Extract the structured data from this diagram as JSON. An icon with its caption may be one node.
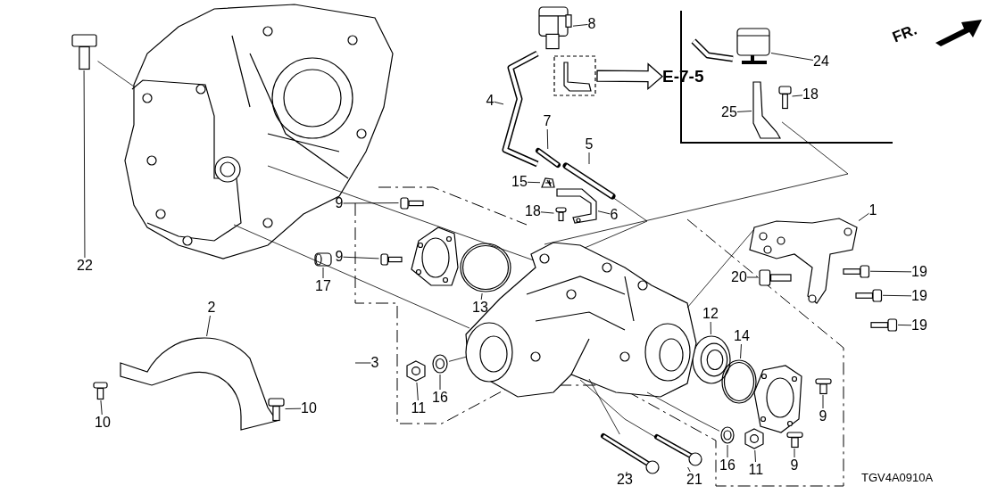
{
  "diagram": {
    "nodes": [
      {
        "text": [
          "22"
        ]
      },
      {
        "text": [],
        "shape": "picture"
      },
      {
        "text": [
          "8"
        ]
      },
      {
        "text": [],
        "shape": "picture"
      },
      {
        "text": [
          "4"
        ]
      },
      {
        "text": [],
        "shape": "picture"
      },
      {
        "text": [
          "7"
        ]
      },
      {
        "text": [],
        "shape": "picture"
      },
      {
        "text": [
          "5"
        ]
      },
      {
        "text": [],
        "shape": "picture"
      },
      {
        "text": [
          "15"
        ]
      },
      {
        "text": [],
        "shape": "picture"
      },
      {
        "text": [
          "18"
        ]
      },
      {
        "text": [],
        "shape": "picture"
      },
      {
        "text": [
          "6"
        ]
      },
      {
        "text": [],
        "shape": "picture"
      },
      {
        "text": [
          "24"
        ]
      },
      {
        "text": [],
        "shape": "picture"
      },
      {
        "text": [
          "18"
        ]
      },
      {
        "text": [],
        "shape": "picture"
      },
      {
        "text": [
          "25"
        ]
      },
      {
        "text": [],
        "shape": "picture"
      },
      {
        "text": [
          "9"
        ]
      },
      {
        "text": [],
        "shape": "picture"
      },
      {
        "text": [
          "9"
        ]
      },
      {
        "text": [],
        "shape": "picture"
      },
      {
        "text": [
          "13"
        ]
      },
      {
        "text": [],
        "shape": "picture"
      },
      {
        "text": [
          "17"
        ]
      },
      {
        "text": [],
        "shape": "picture"
      },
      {
        "text": [
          "2"
        ]
      },
      {
        "text": [],
        "shape": "picture"
      },
      {
        "text": [
          "10"
        ]
      },
      {
        "text": [],
        "shape": "picture"
      },
      {
        "text": [
          "10"
        ]
      },
      {
        "text": [],
        "shape": "picture"
      },
      {
        "text": [
          "1"
        ]
      },
      {
        "text": [],
        "shape": "picture"
      },
      {
        "text": [
          "19"
        ]
      },
      {
        "text": [],
        "shape": "picture"
      },
      {
        "text": [
          "19"
        ]
      },
      {
        "text": [],
        "shape": "picture"
      },
      {
        "text": [
          "19"
        ]
      },
      {
        "text": [],
        "shape": "picture"
      },
      {
        "text": [
          "20"
        ]
      },
      {
        "text": [],
        "shape": "picture"
      },
      {
        "text": [
          "12"
        ]
      },
      {
        "text": [],
        "shape": "picture"
      },
      {
        "text": [
          "14"
        ]
      },
      {
        "text": [],
        "shape": "picture"
      },
      {
        "text": [
          "3"
        ]
      },
      {
        "text": [
          "11"
        ]
      },
      {
        "text": [],
        "shape": "picture"
      },
      {
        "text": [
          "16"
        ]
      },
      {
        "text": [],
        "shape": "picture"
      },
      {
        "text": [
          "9"
        ]
      },
      {
        "text": [],
        "shape": "picture"
      },
      {
        "text": [
          "9"
        ]
      },
      {
        "text": [],
        "shape": "picture"
      },
      {
        "text": [
          "23"
        ]
      },
      {
        "text": [],
        "shape": "picture"
      },
      {
        "text": [
          "21"
        ]
      },
      {
        "text": [],
        "shape": "picture"
      },
      {
        "text": [
          "16"
        ]
      },
      {
        "text": [],
        "shape": "picture"
      },
      {
        "text": [
          "11"
        ]
      },
      {
        "text": [],
        "shape": "picture"
      },
      {
        "text": [],
        "shape": "picture"
      },
      {
        "text": [
          "E-7-5"
        ]
      },
      {
        "text": [],
        "shape": "picture"
      },
      {
        "text": [],
        "shape": "picture"
      },
      {
        "text": [],
        "shape": "picture"
      },
      {
        "text": [],
        "shape": "picture"
      }
    ],
    "edges": [
      {
        "from": 0,
        "to": 1,
        "arrow": "none"
      },
      {
        "from": 2,
        "to": 3,
        "arrow": "none"
      },
      {
        "from": 4,
        "to": 5,
        "arrow": "none"
      },
      {
        "from": 6,
        "to": 7,
        "arrow": "none"
      },
      {
        "from": 8,
        "to": 9,
        "arrow": "none"
      },
      {
        "from": 10,
        "to": 11,
        "arrow": "none"
      },
      {
        "from": 12,
        "to": 13,
        "arrow": "none"
      },
      {
        "from": 14,
        "to": 15,
        "arrow": "none"
      },
      {
        "from": 16,
        "to": 17,
        "arrow": "none"
      },
      {
        "from": 18,
        "to": 19,
        "arrow": "none"
      },
      {
        "from": 20,
        "to": 21,
        "arrow": "none"
      },
      {
        "from": 22,
        "to": 23,
        "arrow": "none"
      },
      {
        "from": 24,
        "to": 25,
        "arrow": "none"
      },
      {
        "from": 26,
        "to": 27,
        "arrow": "none"
      },
      {
        "from": 28,
        "to": 29,
        "arrow": "none"
      },
      {
        "from": 30,
        "to": 31,
        "arrow": "none"
      },
      {
        "from": 32,
        "to": 33,
        "arrow": "none"
      },
      {
        "from": 34,
        "to": 35,
        "arrow": "none"
      },
      {
        "from": 36,
        "to": 37,
        "arrow": "none"
      },
      {
        "from": 38,
        "to": 39,
        "arrow": "none"
      },
      {
        "from": 40,
        "to": 41,
        "arrow": "none"
      },
      {
        "from": 42,
        "to": 43,
        "arrow": "none"
      },
      {
        "from": 44,
        "to": 45,
        "arrow": "none"
      },
      {
        "from": 46,
        "to": 47,
        "arrow": "none"
      },
      {
        "from": 48,
        "to": 49,
        "arrow": "none"
      },
      {
        "from": 50,
        "to": null,
        "arrow": "none"
      },
      {
        "from": 51,
        "to": 52,
        "arrow": "none"
      },
      {
        "from": 53,
        "to": 54,
        "arrow": "none"
      },
      {
        "from": 55,
        "to": 56,
        "arrow": "none"
      },
      {
        "from": 57,
        "to": 58,
        "arrow": "none"
      },
      {
        "from": 59,
        "to": 60,
        "arrow": "none"
      },
      {
        "from": 61,
        "to": 62,
        "arrow": "none"
      },
      {
        "from": 63,
        "to": 64,
        "arrow": "none"
      },
      {
        "from": 65,
        "to": 66,
        "arrow": "none"
      },
      {
        "from": 67,
        "to": 68,
        "arrow": "to",
        "style": "thick"
      },
      {
        "from": 1,
        "to": 69,
        "arrow": "none"
      },
      {
        "from": 69,
        "to": 70,
        "arrow": "none"
      },
      {
        "from": 69,
        "to": 70,
        "arrow": "none"
      },
      {
        "from": 21,
        "to": 70,
        "arrow": "none"
      },
      {
        "from": 9,
        "to": 70,
        "arrow": "none"
      },
      {
        "from": 70,
        "to": 37,
        "arrow": "none"
      },
      {
        "from": 54,
        "to": 70,
        "arrow": "none"
      },
      {
        "from": 70,
        "to": 60,
        "arrow": "none"
      },
      {
        "from": 70,
        "to": 62,
        "arrow": "none"
      },
      {
        "from": 70,
        "to": 64,
        "arrow": "none"
      }
    ],
    "labels": [
      "FR.",
      "TGV4A0910A"
    ]
  }
}
